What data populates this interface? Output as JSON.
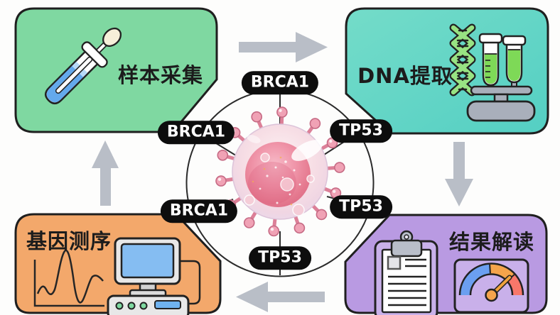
{
  "diagram": {
    "background": "#fdfdfc",
    "outline_color": "#1f1f1f",
    "arrow_color": "#b9bec7",
    "steps": [
      {
        "label": "样本采集",
        "position": "top-left",
        "color": "#7fd8a1",
        "icon": "swab-test-tube-icon"
      },
      {
        "label": "DNA提取",
        "position": "top-right",
        "color": "#60d2c2",
        "icon": "dna-helix-test-tubes-icon"
      },
      {
        "label": "结果解读",
        "position": "bottom-right",
        "color": "#b99ae2",
        "icon": "clipboard-report-gauge-icon"
      },
      {
        "label": "基因测序",
        "position": "bottom-left",
        "color": "#f3a86b",
        "icon": "computer-waveform-icon"
      }
    ],
    "flow": [
      {
        "from": "样本采集",
        "to": "DNA提取",
        "direction": "right"
      },
      {
        "from": "DNA提取",
        "to": "结果解读",
        "direction": "down"
      },
      {
        "from": "结果解读",
        "to": "基因测序",
        "direction": "left"
      },
      {
        "from": "基因测序",
        "to": "样本采集",
        "direction": "up"
      }
    ],
    "center": {
      "illustration": "virus-cell",
      "pill_background": "#0d0d0d",
      "pill_text_color": "#ffffff",
      "gene_labels": [
        {
          "label": "BRCA1",
          "position": "top"
        },
        {
          "label": "BRCA1",
          "position": "upper-left"
        },
        {
          "label": "TP53",
          "position": "upper-right"
        },
        {
          "label": "BRCA1",
          "position": "lower-left"
        },
        {
          "label": "TP53",
          "position": "lower-right"
        },
        {
          "label": "TP53",
          "position": "bottom"
        }
      ]
    }
  }
}
